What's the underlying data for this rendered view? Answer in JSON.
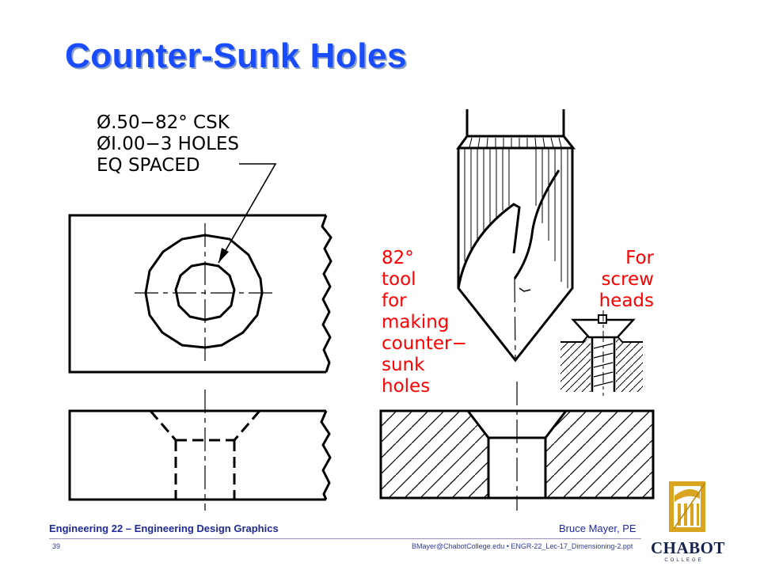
{
  "slide": {
    "title": "Counter-Sunk Holes"
  },
  "drawing": {
    "callout": {
      "line1": "Ø.50−82° CSK",
      "line2": "ØI.00−3 HOLES",
      "line3": "EQ SPACED"
    },
    "tool_label": [
      "82°",
      "tool",
      "for",
      "making",
      "counter−",
      "sunk",
      "holes"
    ],
    "screw_label": [
      "For",
      "screw",
      "heads"
    ]
  },
  "footer": {
    "course": "Engineering 22 – Engineering Design Graphics",
    "author": "Bruce Mayer, PE",
    "page": "39",
    "file": "BMayer@ChabotCollege.edu  •  ENGR-22_Lec-17_Dimensioning-2.ppt"
  },
  "logo": {
    "name": "CHABOT",
    "sub": "COLLEGE"
  },
  "colors": {
    "title": "#1a4cff",
    "annotation_red": "#ff0000",
    "footer_blue": "#1f2a9c",
    "logo_gold": "#d9a520"
  }
}
